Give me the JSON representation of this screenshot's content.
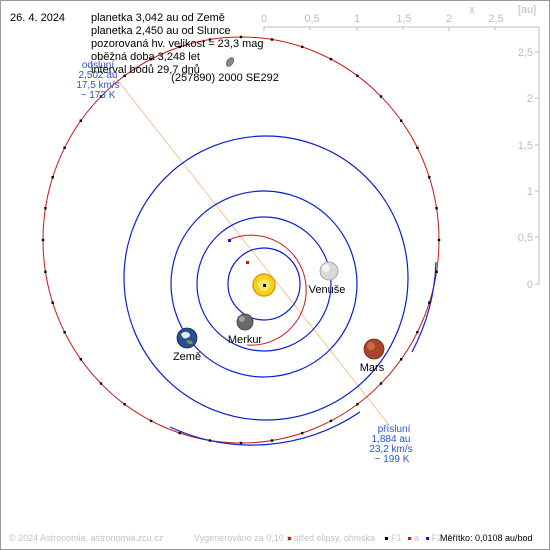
{
  "header": {
    "date": "26. 4. 2024",
    "lines": [
      "planetka 3,042 au od Země",
      "planetka 2,450 au od Slunce",
      "pozorovaná hv. velikost = 23,3 mag",
      "oběžná doba 3,248 let",
      "interval bodů 29,7 dnů"
    ],
    "object_name": "(257890) 2000 SE292"
  },
  "axes": {
    "x_ticks": [
      "0",
      "0,5",
      "1",
      "1,5",
      "2",
      "2,5"
    ],
    "x_name": "x",
    "unit": "[au]",
    "y_ticks": [
      "2,5",
      "2",
      "1,5",
      "1",
      "0,5",
      "0"
    ]
  },
  "aphelion": {
    "lines": [
      "odsluní",
      "2,502 au",
      "17,5 km/s",
      "~ 173 K"
    ]
  },
  "perihelion": {
    "lines": [
      "přísluní",
      "1,884 au",
      "23,2 km/s",
      "~ 199 K"
    ]
  },
  "planets": {
    "venus": "Venuše",
    "earth": "Země",
    "mercury": "Merkur",
    "mars": "Mars"
  },
  "footer": {
    "copyright": "© 2024 Astronomia, astronomia.zcu.cz",
    "generated": "Vygenerováno za 0,10 s",
    "ellipse_center": "střed elipsy, ohniska",
    "f1": "F1",
    "a": "a",
    "f2": "F2",
    "scale": "Měřítko: 0,0108 au/bod"
  },
  "colors": {
    "asteroid_orbit": "#c81818",
    "planet_orbit": "#0a1ed2",
    "apsis_line": "#f0b070",
    "axis": "#bdbdbd",
    "apsis_text": "#2a52d8"
  }
}
